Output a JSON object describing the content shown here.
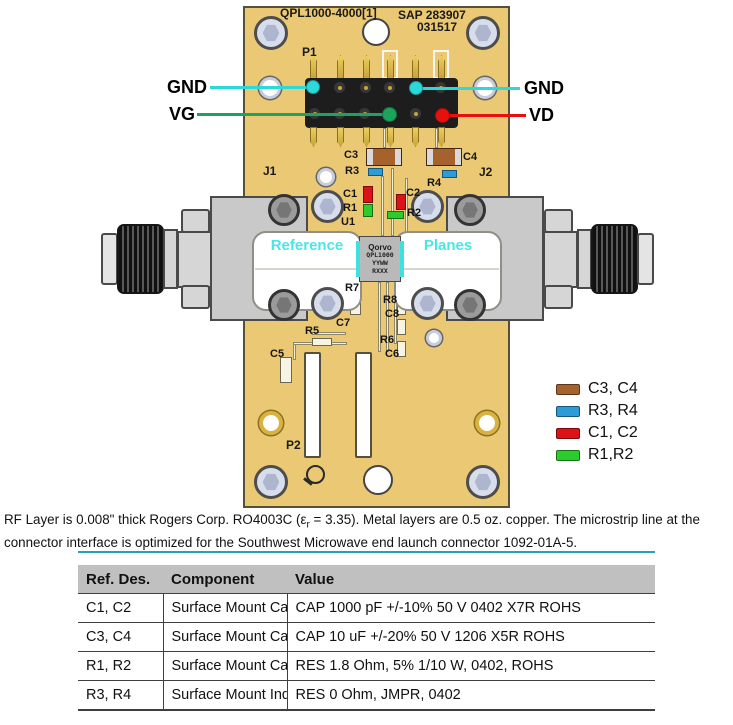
{
  "board": {
    "part_number": "QPL1000-4000[1]",
    "sap_line1": "SAP 283907",
    "sap_line2": "031517",
    "connector_labels": {
      "p1": "P1",
      "p2": "P2",
      "j1": "J1",
      "j2": "J2"
    },
    "chip": {
      "logo": "Qorvo",
      "line1": "QPL1000",
      "line2": "YYWW",
      "line3": "RXXX",
      "designator": "U1"
    },
    "reference_planes": {
      "left": "Reference",
      "right": "Planes"
    },
    "silkscreen": {
      "c3": "C3",
      "c4": "C4",
      "r3": "R3",
      "r4": "R4",
      "c1": "C1",
      "r1": "R1",
      "c2": "C2",
      "r2": "R2",
      "r7": "R7",
      "r8": "R8",
      "c7": "C7",
      "c8": "C8",
      "r5": "R5",
      "r6": "R6",
      "c5": "C5",
      "c6": "C6"
    }
  },
  "callouts": {
    "gnd_left": {
      "label": "GND",
      "color": "#2BD9D9"
    },
    "gnd_right": {
      "label": "GND",
      "color": "#2BD9D9"
    },
    "vg": {
      "label": "VG",
      "color": "#1CA35C"
    },
    "vd": {
      "label": "VD",
      "color": "#E8100C"
    }
  },
  "legend": {
    "items": [
      {
        "label": "C3, C4",
        "color": "#A5622D"
      },
      {
        "label": "R3, R4",
        "color": "#2E9BD9"
      },
      {
        "label": "C1, C2",
        "color": "#DD1118"
      },
      {
        "label": "R1,R2",
        "color": "#2BCC2B"
      }
    ]
  },
  "caption": {
    "part1": "RF Layer is 0.008\" thick Rogers Corp. RO4003C (ε",
    "sub": "r",
    "part2": " = 3.35). Metal layers are 0.5 oz. copper. The microstrip line at the connector interface is optimized for the Southwest Microwave end launch connector 1092-01A-5."
  },
  "table": {
    "headers": [
      "Ref. Des.",
      "Component",
      "Value"
    ],
    "rows": [
      [
        "C1, C2",
        "Surface Mount Cap.",
        "CAP 1000 pF +/-10% 50 V 0402 X7R ROHS"
      ],
      [
        "C3, C4",
        "Surface Mount Cap.",
        "CAP 10 uF +/-20% 50 V 1206 X5R ROHS"
      ],
      [
        "R1, R2",
        "Surface Mount Cap.",
        "RES 1.8 Ohm, 5% 1/10 W, 0402, ROHS"
      ],
      [
        "R3, R4",
        "Surface Mount Ind.",
        "RES 0 Ohm, JMPR, 0402"
      ]
    ]
  }
}
